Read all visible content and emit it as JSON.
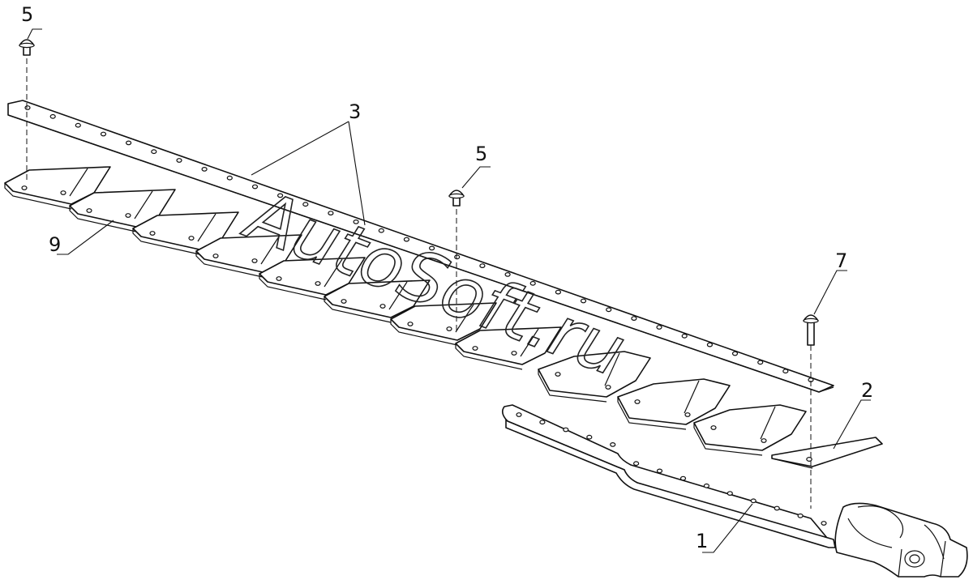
{
  "callouts": {
    "rivet_left": "5",
    "strip": "3",
    "rivet_mid": "5",
    "rivet_long": "7",
    "end_section": "2",
    "blades": "9",
    "knife_bar": "1"
  },
  "watermark": "AutoSoft.ru"
}
